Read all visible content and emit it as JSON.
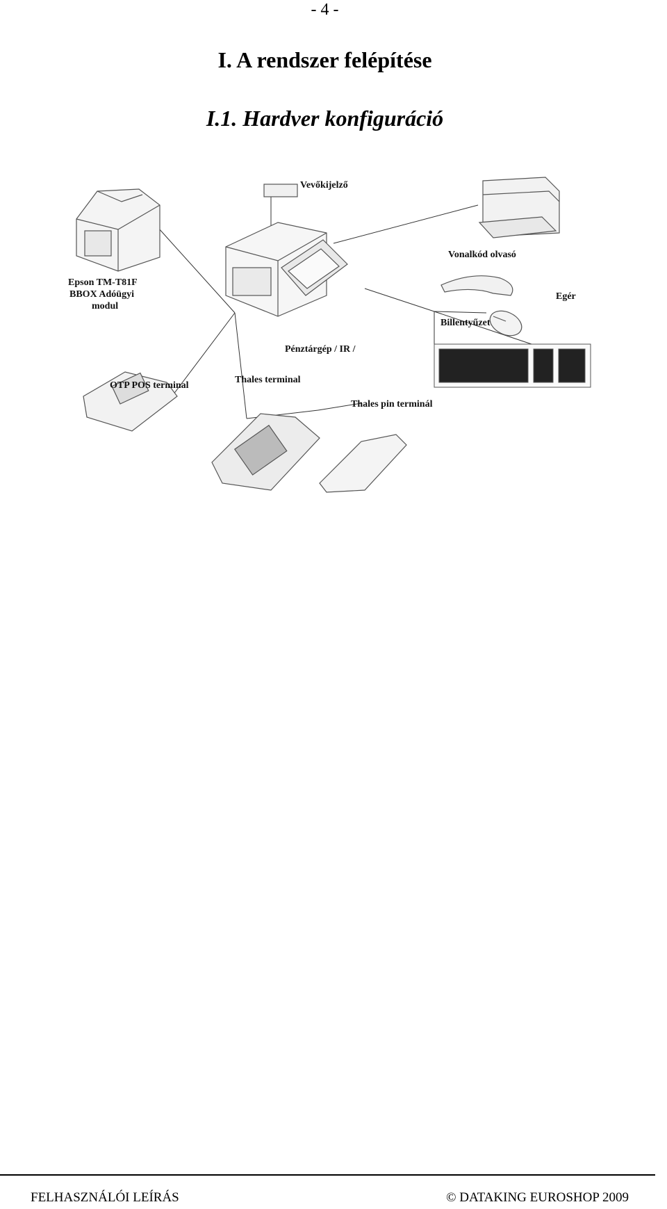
{
  "header": {
    "page_number": "- 4 -",
    "chapter_title": "I. A rendszer felépítése",
    "section_title": "I.1. Hardver konfiguráció"
  },
  "diagram": {
    "labels": {
      "customer_display": "Vevőkijelző",
      "epson_line1": "Epson TM-T81F",
      "epson_line2": "BBOX Adóügyi",
      "epson_line3": "modul",
      "barcode_reader": "Vonalkód olvasó",
      "mouse": "Egér",
      "keyboard": "Billentyűzet",
      "otp_pos": "OTP POS terminal",
      "cash_register": "Pénztárgép / IR /",
      "thales_terminal": "Thales terminal",
      "thales_pin": "Thales pin terminál"
    }
  },
  "footer": {
    "left": "FELHASZNÁLÓI LEÍRÁS",
    "right": "© DATAKING EUROSHOP 2009"
  }
}
